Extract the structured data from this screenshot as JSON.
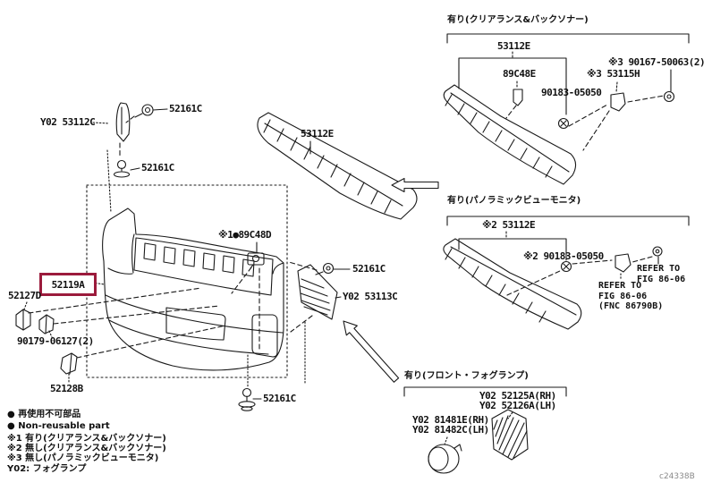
{
  "doc": {
    "id": "c24338B"
  },
  "colors": {
    "highlight": "#9b1b3c",
    "line": "#1a1a1a"
  },
  "parts": {
    "y02_53112c": "Y02 53112C",
    "screw_top": "52161C",
    "screw_mid": "52161C",
    "grille_center": "53112E",
    "sensor_in_box": "※1●89C48D",
    "screw_right": "52161C",
    "fog_cover": "Y02 53113C",
    "highlighted": "52119A",
    "clip_52127d": "52127D",
    "bolt_90179": "90179-06127(2)",
    "clip_52128b": "52128B",
    "screw_bottom": "52161C"
  },
  "section_sonar": {
    "header": "有り(クリアランス&バックソナー)",
    "grille": "53112E",
    "clip": "89C48E",
    "grommet": "90183-05050",
    "screw_note": "※3 90167-50063(2)",
    "bracket": "※3 53115H"
  },
  "section_panoramic": {
    "header": "有り(パノラミックビューモニタ)",
    "grille": "※2 53112E",
    "grommet": "※2 90183-05050",
    "refer_right": "REFER TO\nFIG 86-06",
    "refer_left": "REFER TO\nFIG 86-06\n(FNC 86790B)"
  },
  "section_foglamp": {
    "header": "有り(フロント・フォグランプ)",
    "bracket_rh": "Y02 52125A(RH)",
    "bracket_lh": "Y02 52126A(LH)",
    "lamp_rh": "Y02 81481E(RH)",
    "lamp_lh": "Y02 81482C(LH)"
  },
  "legend": {
    "items": [
      "● 再使用不可部品",
      "● Non-reusable part",
      "※1 有り(クリアランス&バックソナー)",
      "※2 無し(クリアランス&バックソナー)",
      "※3 無し(パノラミックビューモニタ)",
      "Y02: フォグランプ"
    ]
  }
}
